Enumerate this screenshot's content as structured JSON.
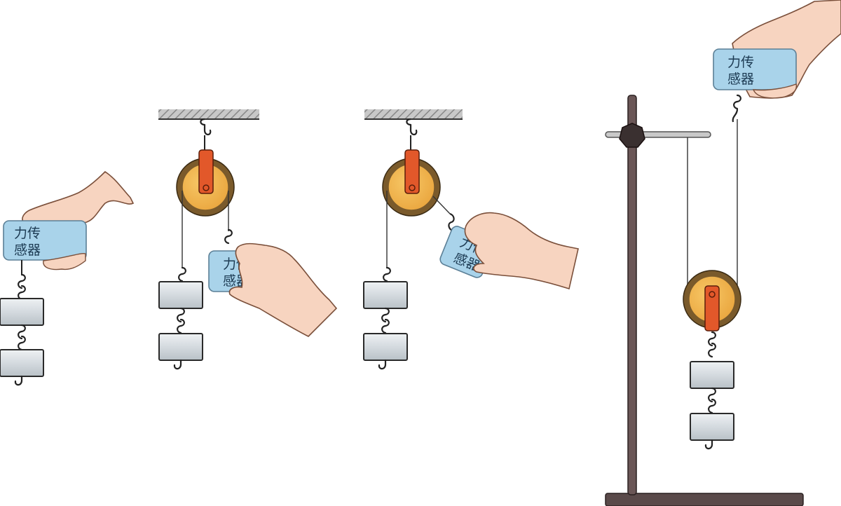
{
  "figures": [
    {
      "id": "hand-held-sensor",
      "sensor_label_line1": "力传",
      "sensor_label_line2": "感器"
    },
    {
      "id": "fixed-pulley-vertical-pull",
      "sensor_label_line1": "力传",
      "sensor_label_line2": "感器"
    },
    {
      "id": "fixed-pulley-angled-pull",
      "sensor_label_line1": "力传",
      "sensor_label_line2": "感器"
    },
    {
      "id": "movable-pulley-on-stand",
      "sensor_label_line1": "力传",
      "sensor_label_line2": "感器"
    }
  ],
  "colors": {
    "sensor_fill": "#a9d3ea",
    "sensor_stroke": "#5b7f96",
    "pulley_outer": "#7a5a2b",
    "pulley_inner": "#f0b44c",
    "bracket": "#e2582a",
    "weight_fill": "#d8dee3",
    "ceiling_hatch": "#9a9a9a",
    "stand": "#5a4a4a",
    "skin": "#f7d4c0"
  }
}
